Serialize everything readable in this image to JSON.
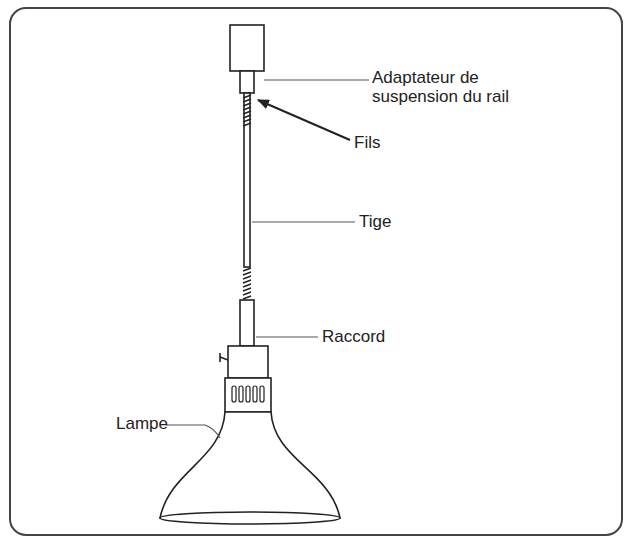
{
  "diagram": {
    "labels": [
      "Adaptateur de suspension du rail",
      "Fils",
      "Tige",
      "Raccord",
      "Lampe"
    ]
  }
}
